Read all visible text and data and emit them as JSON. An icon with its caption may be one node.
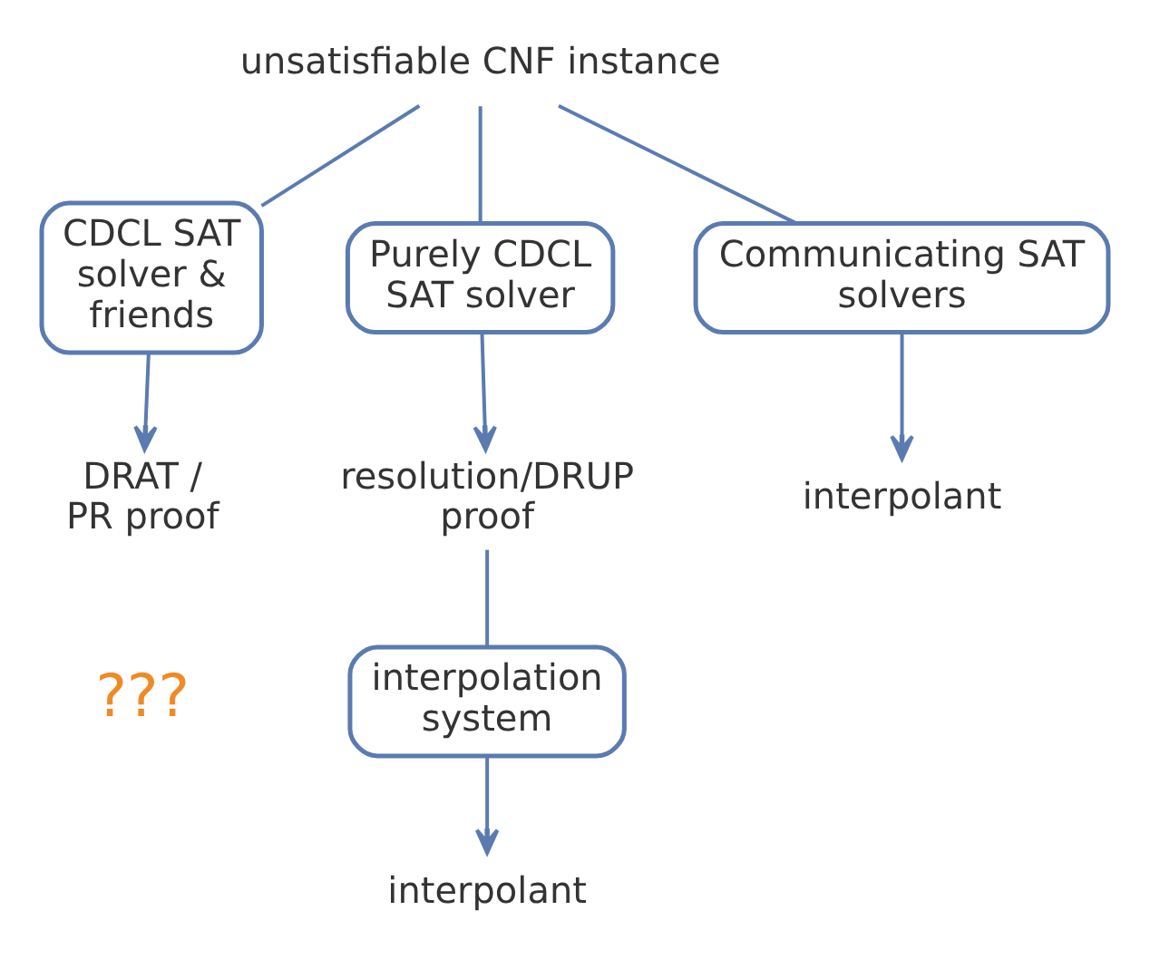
{
  "diagram": {
    "nodes": [
      {
        "text": [
          "unsatisfiable CNF instance"
        ]
      },
      {
        "text": [
          "CDCL SAT solver & friends"
        ]
      },
      {
        "text": [
          "Purely CDCL SAT solver"
        ]
      },
      {
        "text": [
          "Communicating SAT solvers"
        ]
      },
      {
        "text": [
          "DRAT / PR proof"
        ]
      },
      {
        "text": [
          "resolution/DRUP proof"
        ]
      },
      {
        "text": [
          "interpolant"
        ]
      },
      {
        "text": [
          "interpolation system"
        ]
      },
      {
        "text": [
          "interpolant"
        ]
      }
    ],
    "edges": [
      {
        "from": 0,
        "to": 1,
        "arrow": "none"
      },
      {
        "from": 0,
        "to": 2,
        "arrow": "none"
      },
      {
        "from": 0,
        "to": 3,
        "arrow": "none"
      },
      {
        "from": 1,
        "to": 4,
        "arrow": "to"
      },
      {
        "from": 2,
        "to": 5,
        "arrow": "to"
      },
      {
        "from": 3,
        "to": 6,
        "arrow": "to"
      },
      {
        "from": 5,
        "to": 7,
        "arrow": "none"
      },
      {
        "from": 7,
        "to": 8,
        "arrow": "to"
      }
    ],
    "labels": [
      "???"
    ]
  }
}
